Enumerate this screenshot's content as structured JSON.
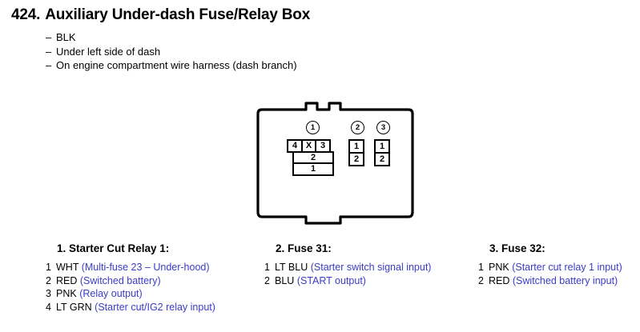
{
  "heading": {
    "number": "424.",
    "title": "Auxiliary Under-dash Fuse/Relay Box"
  },
  "subtitles": [
    "BLK",
    "Under left side of dash",
    "On engine compartment wire harness (dash branch)"
  ],
  "diagram": {
    "callouts": [
      {
        "id": "1",
        "label": "1"
      },
      {
        "id": "2",
        "label": "2"
      },
      {
        "id": "3",
        "label": "3"
      }
    ],
    "relay_connector": {
      "top_row": [
        "4",
        "X",
        "3"
      ],
      "middle_row": "2",
      "bottom_row": "1"
    },
    "fuse_connector_2": [
      "1",
      "2"
    ],
    "fuse_connector_3": [
      "1",
      "2"
    ]
  },
  "legend": {
    "columns": [
      {
        "title": "1. Starter Cut Relay 1:",
        "rows": [
          {
            "pin": "1",
            "wire": "WHT",
            "desc": "(Multi-fuse 23 – Under-hood)"
          },
          {
            "pin": "2",
            "wire": "RED",
            "desc": "(Switched battery)"
          },
          {
            "pin": "3",
            "wire": "PNK",
            "desc": "(Relay output)"
          },
          {
            "pin": "4",
            "wire": "LT GRN",
            "desc": "(Starter cut/IG2 relay input)"
          }
        ]
      },
      {
        "title": "2. Fuse 31:",
        "rows": [
          {
            "pin": "1",
            "wire": "LT BLU",
            "desc": "(Starter switch signal input)"
          },
          {
            "pin": "2",
            "wire": "BLU",
            "desc": "(START output)"
          }
        ]
      },
      {
        "title": "3. Fuse 32:",
        "rows": [
          {
            "pin": "1",
            "wire": "PNK",
            "desc": "(Starter cut relay 1 input)"
          },
          {
            "pin": "2",
            "wire": "RED",
            "desc": "(Switched battery input)"
          }
        ]
      }
    ]
  },
  "colors": {
    "description_blue": "#3b3bc8",
    "outline_black": "#000000",
    "background": "#ffffff"
  }
}
